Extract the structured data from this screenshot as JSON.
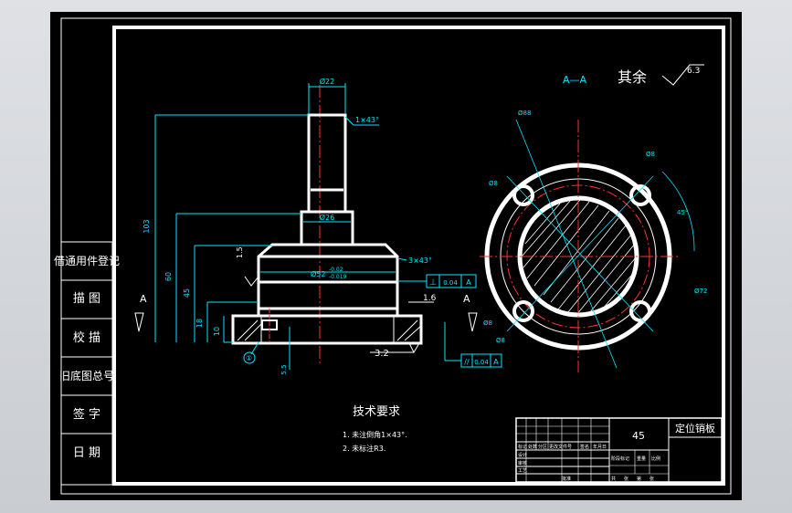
{
  "side_panel": {
    "cells": [
      "借通用件登记",
      "描 图",
      "校 描",
      "旧底图总号",
      "签 字",
      "日 期"
    ]
  },
  "section_label": "A—A",
  "roughness": {
    "prefix": "其余",
    "value": "6.3"
  },
  "tech_req": {
    "title": "技术要求",
    "items": [
      "1. 未注倒角1×43°.",
      "2. 未标注R3."
    ]
  },
  "title_block": {
    "material": "45",
    "part_name": "定位销板",
    "headers": [
      "标记",
      "处数",
      "分区",
      "更改文件号",
      "签名",
      "年月日"
    ],
    "row_labels": [
      "设计",
      "审核",
      "工艺",
      "标准化"
    ],
    "mid_labels": [
      "阶段标记",
      "重量",
      "比例"
    ],
    "bottom_labels": [
      "共",
      "张",
      "第",
      "张"
    ],
    "approve_label": "批准"
  },
  "dimensions": {
    "top_width": "Ø22",
    "chamfer_top": "1×43°",
    "neck_dia": "Ø26",
    "collar_chamfer": "3×43°",
    "collar_dia": "Ø52",
    "collar_tol_upper": "-0.02",
    "collar_tol_lower": "-0.019",
    "overall_h": "103",
    "h_60": "60",
    "h_45": "45",
    "h_18": "18",
    "h_10": "10",
    "h_5_5": "5.5",
    "rough_1_5": "1.5",
    "rough_1_6": "1.6",
    "rough_3_2": "3.2",
    "perp_tol_sym": "⊥",
    "perp_tol_val": "0.04",
    "perp_tol_ref": "A",
    "par_tol_sym": "//",
    "par_tol_val": "0.04",
    "par_tol_ref": "A",
    "datum_a": "A",
    "balloon": "①",
    "hole_dia": "Ø8",
    "angle_45": "45°",
    "bc_dia": "Ø88",
    "pcd": "Ø72"
  }
}
